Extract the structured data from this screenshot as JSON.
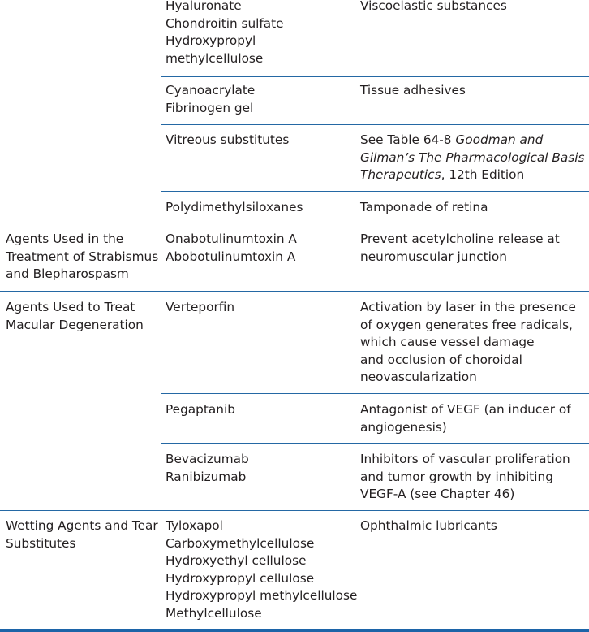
{
  "table": {
    "rows": [
      {
        "category": [],
        "agents": [
          "Hyaluronate",
          "Chondroitin sulfate",
          "Hydroxypropyl",
          "methylcellulose"
        ],
        "use": [
          "Viscoelastic substances"
        ]
      },
      {
        "category": [],
        "agents": [
          "Cyanoacrylate",
          "Fibrinogen gel"
        ],
        "use": [
          "Tissue adhesives"
        ]
      },
      {
        "category": [],
        "agents": [
          "Vitreous substitutes"
        ],
        "use_rich": {
          "line1_prefix": "See Table 64-8 ",
          "line1_italic": "Goodman and",
          "line2_italic": "Gilman’s The Pharmacological Basis of",
          "line3_italic": "Therapeutics",
          "line3_suffix": ", 12th Edition"
        }
      },
      {
        "category": [],
        "agents": [
          "Polydimethylsiloxanes"
        ],
        "use": [
          "Tamponade of retina"
        ]
      },
      {
        "category": [
          "Agents Used in the",
          "Treatment of Strabismus",
          "and Blepharospasm"
        ],
        "agents": [
          "Onabotulinumtoxin A",
          "Abobotulinumtoxin A"
        ],
        "use": [
          "Prevent acetylcholine release at",
          "neuromuscular junction"
        ]
      },
      {
        "category": [
          "Agents Used to Treat",
          "Macular Degeneration"
        ],
        "agents": [
          "Verteporfin"
        ],
        "use": [
          "Activation by laser in the presence",
          "of oxygen generates free radicals,",
          "which cause vessel damage",
          "and occlusion of choroidal",
          "neovascularization"
        ]
      },
      {
        "category": [],
        "agents": [
          "Pegaptanib"
        ],
        "use": [
          "Antagonist of VEGF (an inducer of",
          "angiogenesis)"
        ]
      },
      {
        "category": [],
        "agents": [
          "Bevacizumab",
          "Ranibizumab"
        ],
        "use": [
          "Inhibitors of vascular proliferation",
          "and tumor growth by inhibiting",
          "VEGF-A (see Chapter 46)"
        ]
      },
      {
        "category": [
          "Wetting Agents and Tear",
          "Substitutes"
        ],
        "agents": [
          "Tyloxapol",
          "Carboxymethylcellulose",
          "Hydroxyethyl cellulose",
          "Hydroxypropyl cellulose",
          "Hydroxypropyl methylcellulose",
          "Methylcellulose"
        ],
        "use": [
          "Ophthalmic lubricants"
        ]
      }
    ]
  },
  "colors": {
    "rule": "#2468a4",
    "bottom_rule": "#1c64a8",
    "text": "#231f20"
  }
}
